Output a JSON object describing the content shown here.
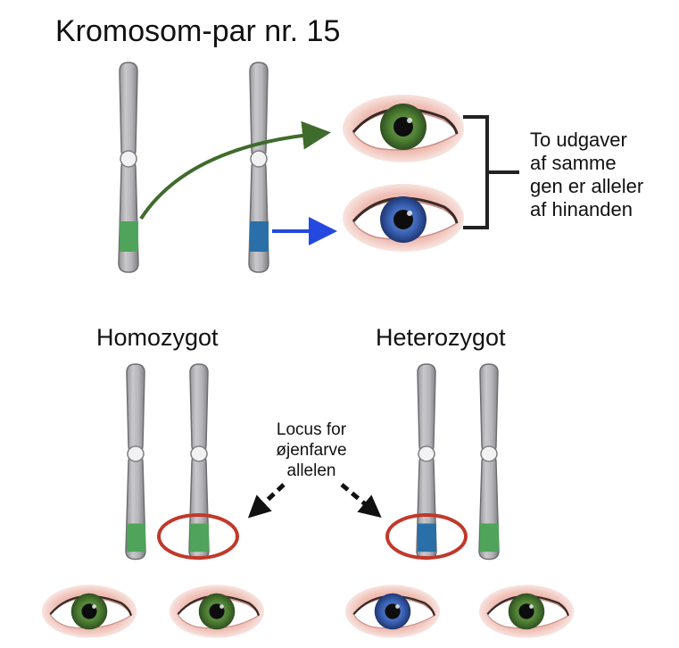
{
  "title": "Kromosom-par nr. 15",
  "allele_note": {
    "lines": [
      "To udgaver",
      "af samme",
      "gen er alleler",
      "af hinanden"
    ]
  },
  "homozygous_label": "Homozygot",
  "heterozygous_label": "Heterozygot",
  "locus_note": {
    "lines": [
      "Locus for",
      "øjenfarve",
      "allelen"
    ]
  },
  "colors": {
    "green_allele": "#4fa35a",
    "blue_allele": "#2b6fa8",
    "green_arrow": "#3f6b2c",
    "blue_arrow": "#2448e0",
    "locus_circle": "#c0392b",
    "chromosome": "#b5b5b9",
    "bracket": "#222222"
  },
  "icons": {
    "chromosome": "chromosome-icon",
    "green_eye": "green-eye-icon",
    "blue_eye": "blue-eye-icon"
  }
}
